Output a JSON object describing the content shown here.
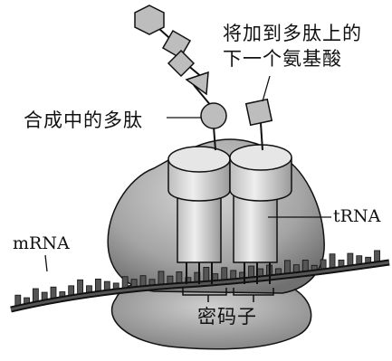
{
  "labels": {
    "next_amino_acid_line1": "将加到多肽上的",
    "next_amino_acid_line2": "下一个氨基酸",
    "growing_polypeptide": "合成中的多肽",
    "trna": "tRNA",
    "mrna": "mRNA",
    "codon": "密码子"
  },
  "colors": {
    "outline": "#111111",
    "ribosome_light": "#c8c8c8",
    "ribosome_dark": "#7f7f7f",
    "trna_fill": "#d9d9d9",
    "amino_acid_fill": "#bdbdbd"
  }
}
